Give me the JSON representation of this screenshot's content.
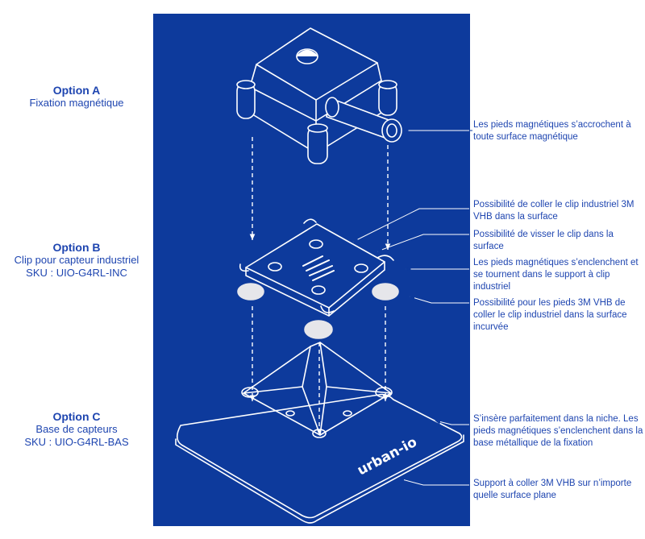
{
  "options": [
    {
      "title": "Option A",
      "subtitle": "Fixation magnétique",
      "sku": ""
    },
    {
      "title": "Option B",
      "subtitle": "Clip pour capteur industriel",
      "sku": "SKU : UIO-G4RL-INC"
    },
    {
      "title": "Option C",
      "subtitle": "Base de capteurs",
      "sku": "SKU : UIO-G4RL-BAS"
    }
  ],
  "annotations": [
    "Les pieds magnétiques s’accrochent à toute surface magnétique",
    "Possibilité de coller le clip industriel 3M VHB dans la surface",
    "Possibilité de visser le clip dans la surface",
    "Les pieds magnétiques s’enclenchent et se tournent dans le support à clip industriel",
    "Possibilité pour les pieds 3M VHB de coller le clip industriel dans la surface incurvée",
    "S’insère parfaitement dans la niche. Les pieds magnétiques s’enclenchent dans la base métallique de la fixation",
    "Support à coller 3M VHB sur  n’importe quelle surface plane"
  ],
  "brand_text": "urban-io",
  "colors": {
    "panel": "#0d3a9c",
    "line": "#ffffff",
    "text": "#1e45b0"
  }
}
